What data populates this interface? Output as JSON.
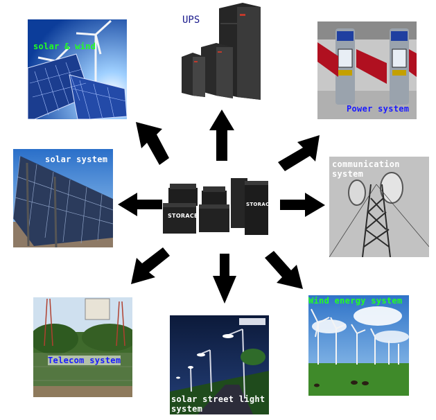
{
  "labels": {
    "ups": "UPS",
    "solar_wind": "solar & wind",
    "power_system": "Power system",
    "solar_system": "solar system",
    "communication": "communication\nsystem",
    "telecom": "Telecom system",
    "wind_energy": "Wind energy system",
    "street_light": "solar street light\nsystem"
  },
  "center": {
    "brand": "STORACE",
    "brand_tall": "STORACE"
  },
  "colors": {
    "label_green": "#22ff22",
    "label_blue": "#1a1aff",
    "label_white": "#ffffff",
    "ups_label": "#1a1a8c",
    "arrow": "#000000"
  }
}
